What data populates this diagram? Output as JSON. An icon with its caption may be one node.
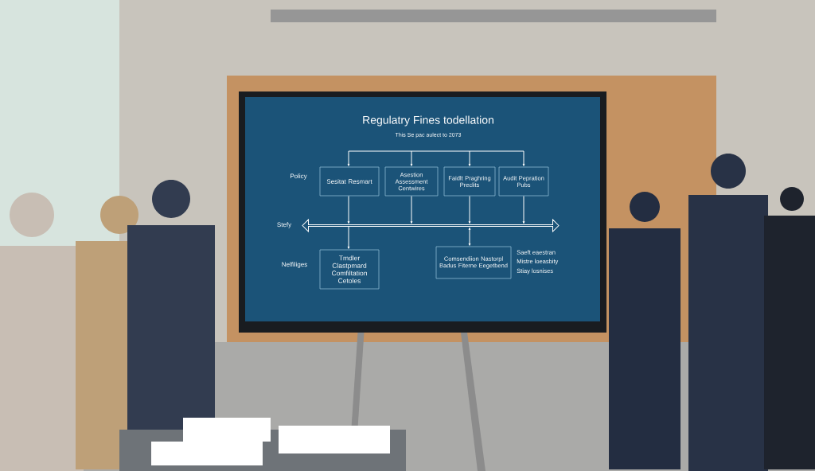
{
  "diagram": {
    "title": "Regulatry Fines todellation",
    "nodes": [
      {
        "text": [
          "Sesitat Resmart"
        ]
      },
      {
        "text": [
          "Asestion Assessment Centwires"
        ]
      },
      {
        "text": [
          "Faidlt Praghring Preclits"
        ]
      },
      {
        "text": [
          "Audit Pepration Pubs"
        ]
      },
      {
        "text": [],
        "shape": "bar"
      },
      {
        "text": [
          "Tmdler Clastpmard Comfiltation Cetoles"
        ]
      },
      {
        "text": [
          "Comsendiion Nastorpl Badus Fiterne Eegetbend"
        ]
      }
    ],
    "edges": [
      {
        "from": null,
        "to": 0,
        "arrow": "to"
      },
      {
        "from": null,
        "to": 1,
        "arrow": "to"
      },
      {
        "from": null,
        "to": 2,
        "arrow": "to"
      },
      {
        "from": null,
        "to": 3,
        "arrow": "to"
      },
      {
        "from": 0,
        "to": 4,
        "arrow": "to"
      },
      {
        "from": 1,
        "to": 4,
        "arrow": "to"
      },
      {
        "from": 2,
        "to": 4,
        "arrow": "to"
      },
      {
        "from": 3,
        "to": 4,
        "arrow": "to"
      },
      {
        "from": 4,
        "to": 5,
        "arrow": "to"
      },
      {
        "from": 4,
        "to": 6,
        "arrow": "both"
      }
    ],
    "labels": [
      "This Se pac aulect to 2073",
      "Policy",
      "Stefy",
      "Nelfiliges",
      "Saeft eaestran",
      "Mistre loeasbity",
      "Stiay losnises"
    ]
  }
}
